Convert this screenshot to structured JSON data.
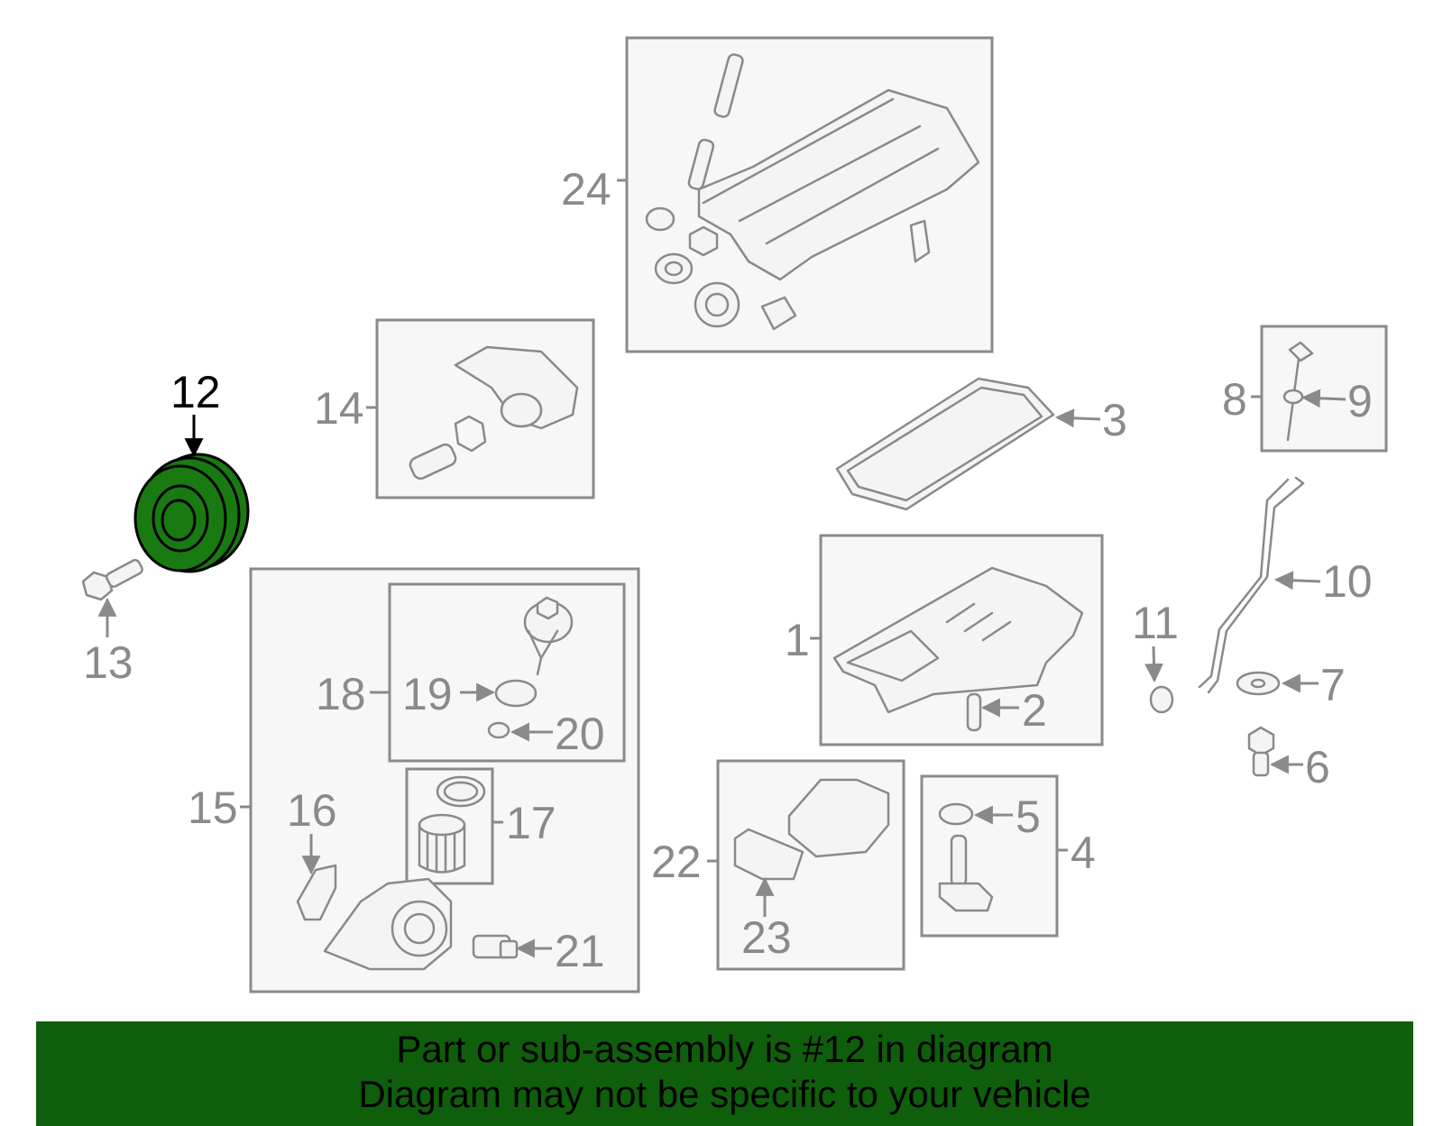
{
  "callouts": {
    "c1": "1",
    "c2": "2",
    "c3": "3",
    "c4": "4",
    "c5": "5",
    "c6": "6",
    "c7": "7",
    "c8": "8",
    "c9": "9",
    "c10": "10",
    "c11": "11",
    "c12": "12",
    "c13": "13",
    "c14": "14",
    "c15": "15",
    "c16": "16",
    "c17": "17",
    "c18": "18",
    "c19": "19",
    "c20": "20",
    "c21": "21",
    "c22": "22",
    "c23": "23",
    "c24": "24"
  },
  "highlight": {
    "part": "12",
    "color": "#1a7a12"
  },
  "banner": {
    "line1": "Part or sub-assembly is #12 in diagram",
    "line2": "Diagram may not be specific to your vehicle",
    "color": "#0f5e0b"
  }
}
